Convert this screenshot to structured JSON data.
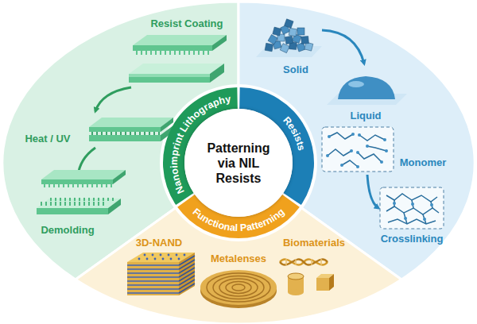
{
  "diagram": {
    "nodes": [
      {
        "text": [
          "Patterning via NIL Resists"
        ]
      },
      {
        "text": [
          "Nanoimprint Lithography"
        ]
      },
      {
        "text": [
          "Resists"
        ]
      },
      {
        "text": [
          "Functional Patterning"
        ]
      },
      {
        "text": [
          "Resist Coating",
          "Heat / UV",
          "Demolding"
        ]
      },
      {
        "text": [
          "Solid",
          "Liquid",
          "Monomer",
          "Crosslinking"
        ]
      },
      {
        "text": [
          "3D-NAND",
          "Metalenses",
          "Biomaterials"
        ]
      }
    ]
  }
}
